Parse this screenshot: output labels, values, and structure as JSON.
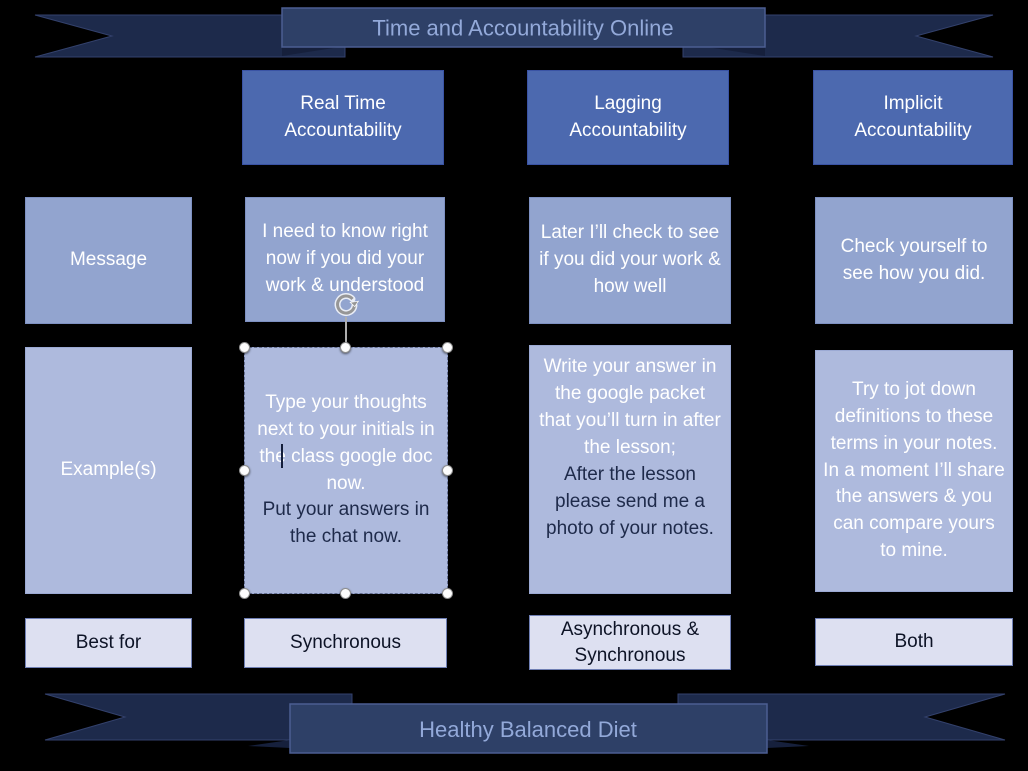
{
  "slide": {
    "top_banner_title": "Time and Accountability Online",
    "bottom_banner_title": "Healthy Balanced Diet"
  },
  "table": {
    "column_headers": [
      "Real Time Accountability",
      "Lagging Accountability",
      "Implicit Accountability"
    ],
    "row_labels": [
      "Message",
      "Example(s)",
      "Best for"
    ],
    "message_row": [
      "I need to know right now if you did your work & understood",
      "Later I’ll check to see if you did your work & how well",
      "Check yourself to see how you did."
    ],
    "example_row": [
      {
        "primary": "Type your thoughts next to your initials in the class google doc now.",
        "secondary": "Put your answers in the chat now."
      },
      {
        "primary": "Write your answer in the google packet that you’ll turn in after the lesson;",
        "secondary": "After the lesson please send me a photo of your notes."
      },
      {
        "primary": "Try to jot down definitions to these terms in your notes. In a moment I’ll share the answers & you can compare yours to mine.",
        "secondary": ""
      }
    ],
    "best_for_row": [
      "Synchronous",
      "Asynchronous & Synchronous",
      "Both"
    ]
  },
  "icons": {
    "rotate_handle": "circular-rotate-arrow",
    "resize_handle": "white-circle-grip"
  },
  "colors": {
    "background": "#000000",
    "ribbon_dark": "#1d2a4b",
    "ribbon_panel": "#2e4067",
    "banner_text": "#93a9d9",
    "header_fill": "#4c69af",
    "message_fill": "#92a4cf",
    "example_fill": "#aebadd",
    "best_fill": "#dde0f1",
    "secondary_text": "#1e2a4a"
  }
}
